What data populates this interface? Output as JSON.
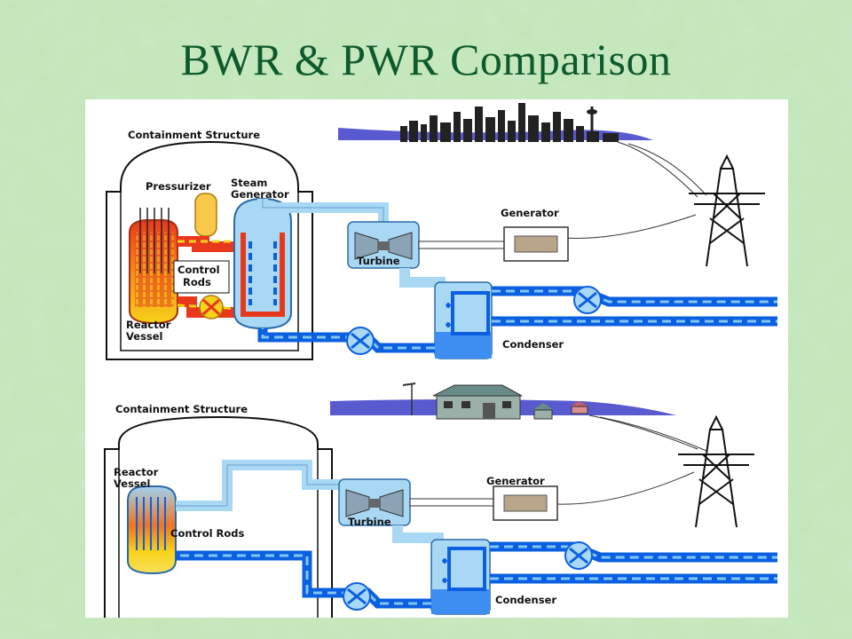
{
  "slide": {
    "title": "BWR & PWR Comparison"
  },
  "pwr_diagram": {
    "containment_label": "Containment Structure",
    "pressurizer_label": "Pressurizer",
    "steam_generator_line1": "Steam",
    "steam_generator_line2": "Generator",
    "control_rods_line1": "Control",
    "control_rods_line2": "Rods",
    "reactor_vessel_line1": "Reactor",
    "reactor_vessel_line2": "Vessel",
    "turbine_label": "Turbine",
    "generator_label": "Generator",
    "condenser_label": "Condenser"
  },
  "bwr_diagram": {
    "containment_label": "Containment Structure",
    "reactor_vessel_line1": "Reactor",
    "reactor_vessel_line2": "Vessel",
    "control_rods_label": "Control Rods",
    "turbine_label": "Turbine",
    "generator_label": "Generator",
    "condenser_label": "Condenser"
  },
  "colors": {
    "background": "#bfe3b4",
    "title": "#0d5a2c",
    "steam_pipe": "#a9d8f5",
    "water_pipe": "#0b5fe0",
    "core_red": "#e8381c",
    "core_yellow": "#f7d21a"
  }
}
